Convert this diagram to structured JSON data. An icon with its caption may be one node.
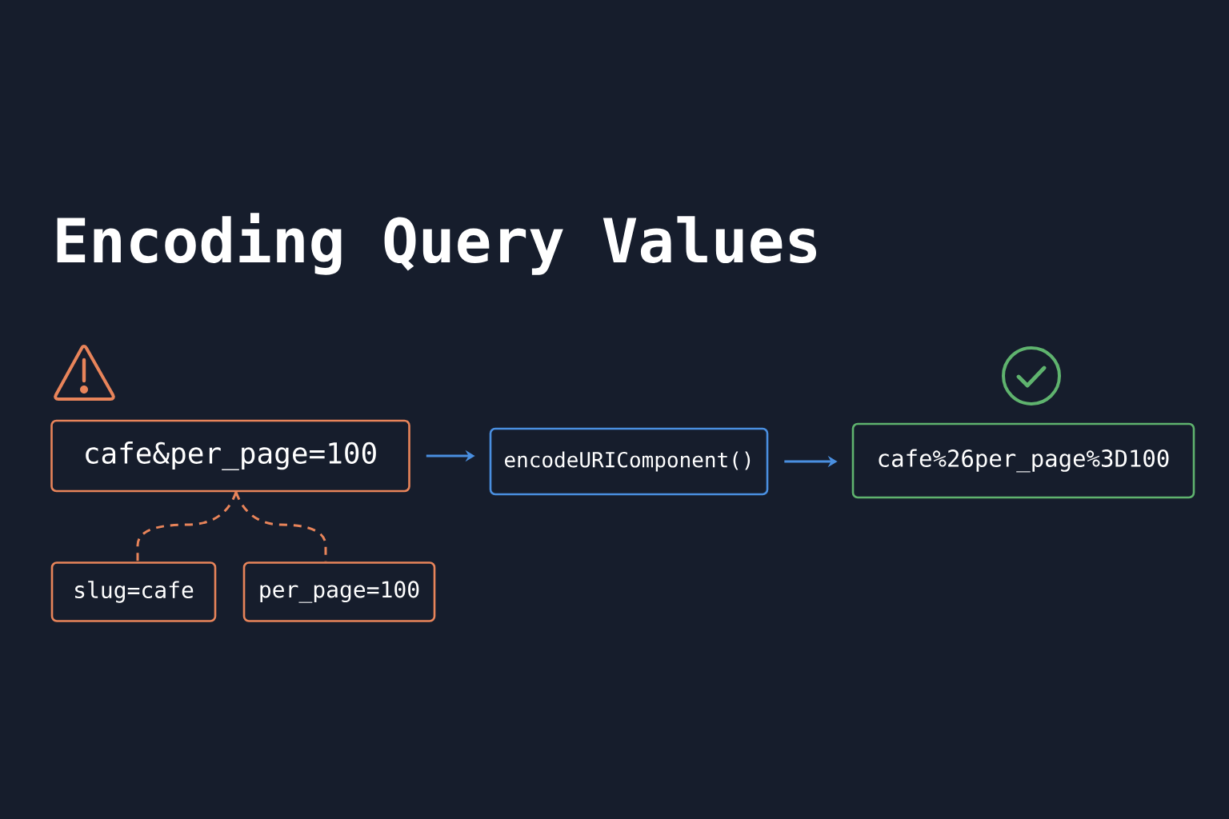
{
  "diagram": {
    "title": "Encoding Query Values",
    "nodes": [
      {
        "text": [
          "cafe&per_page=100"
        ]
      },
      {
        "text": [
          "encodeURIComponent()"
        ]
      },
      {
        "text": [
          "cafe%26per_page%3D100"
        ]
      },
      {
        "text": [
          "slug=cafe"
        ]
      },
      {
        "text": [
          "per_page=100"
        ]
      }
    ],
    "edges": [
      {
        "from": 0,
        "to": 1,
        "arrow": "to",
        "color": "#4a8fe0"
      },
      {
        "from": 1,
        "to": 2,
        "arrow": "to",
        "color": "#4a8fe0"
      },
      {
        "from": 0,
        "to": 3,
        "arrow": "none",
        "style": "dashed",
        "color": "#e8845a"
      },
      {
        "from": 0,
        "to": 4,
        "arrow": "none",
        "style": "dashed",
        "color": "#e8845a"
      }
    ]
  }
}
